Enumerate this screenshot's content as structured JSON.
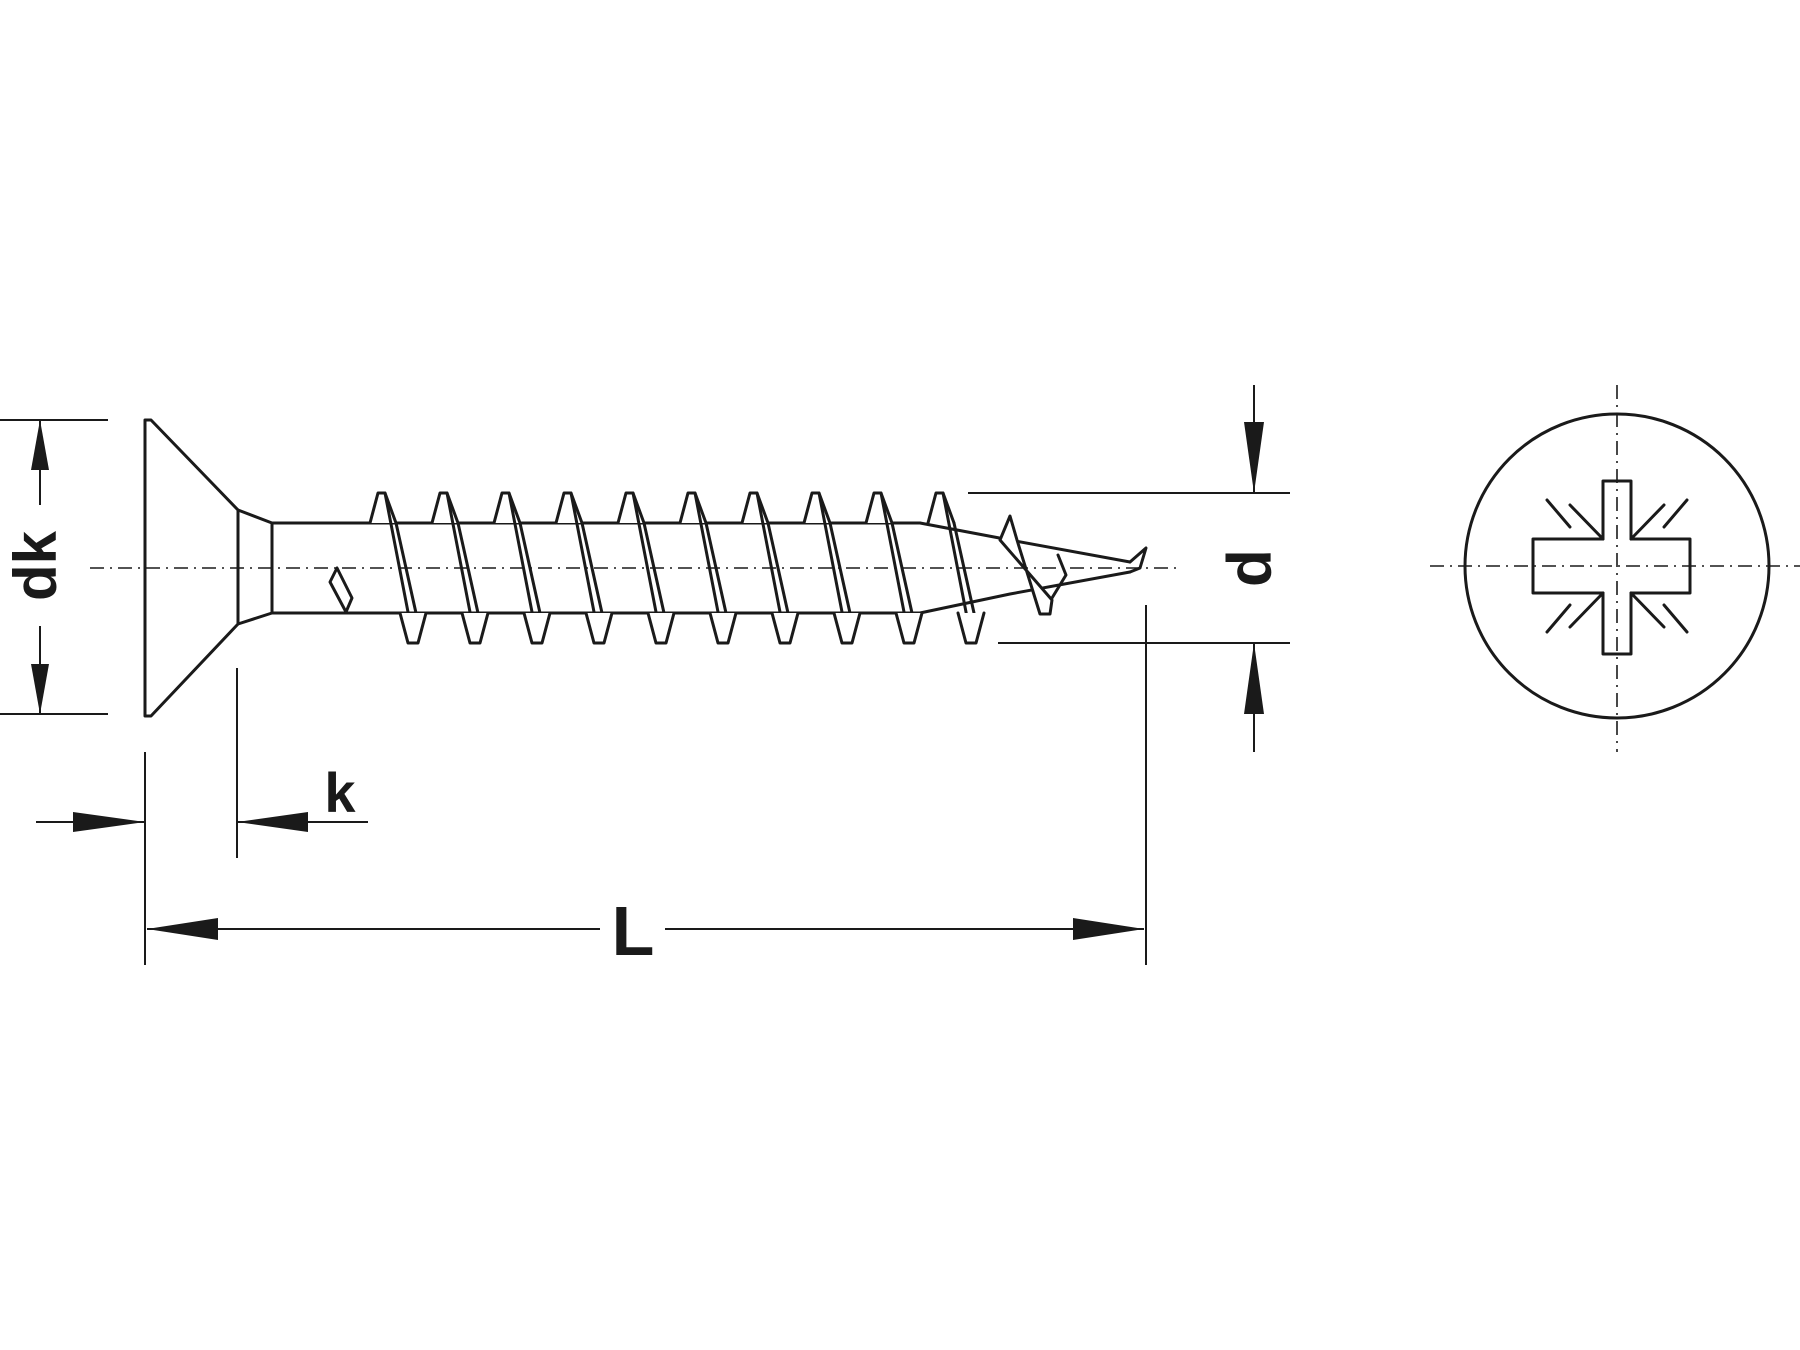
{
  "labels": {
    "dk": "dk",
    "k": "k",
    "L": "L",
    "d": "d"
  }
}
